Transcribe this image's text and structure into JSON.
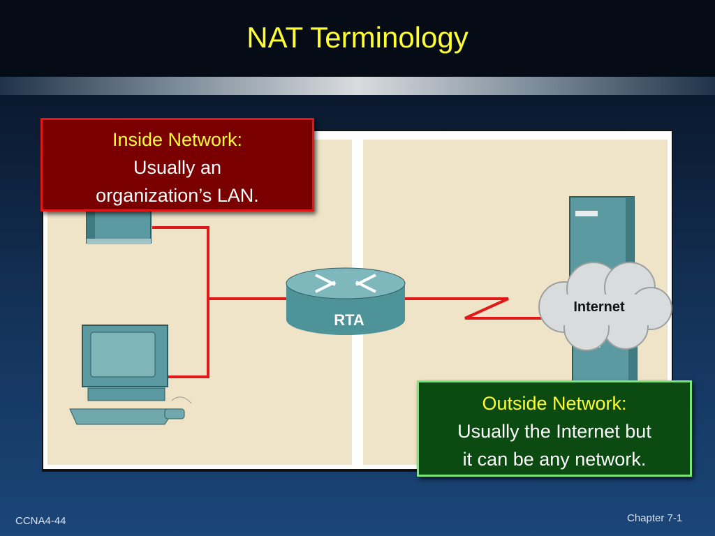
{
  "slide": {
    "title": "NAT Terminology",
    "footer_left": "CCNA4-44",
    "footer_right": "Chapter 7-1"
  },
  "diagram": {
    "router_label": "RTA",
    "cloud_label": "Internet"
  },
  "callouts": {
    "inside": {
      "heading": "Inside Network:",
      "line1": "Usually an",
      "line2": "organization’s LAN."
    },
    "outside": {
      "heading": "Outside Network:",
      "line1": "Usually the Internet but",
      "line2": "it can be any network."
    }
  },
  "colors": {
    "title_text": "#ffff33",
    "inside_box": "#7a0000",
    "outside_box": "#0b4a10",
    "link_red": "#e01818",
    "panel": "#efe4c8"
  }
}
